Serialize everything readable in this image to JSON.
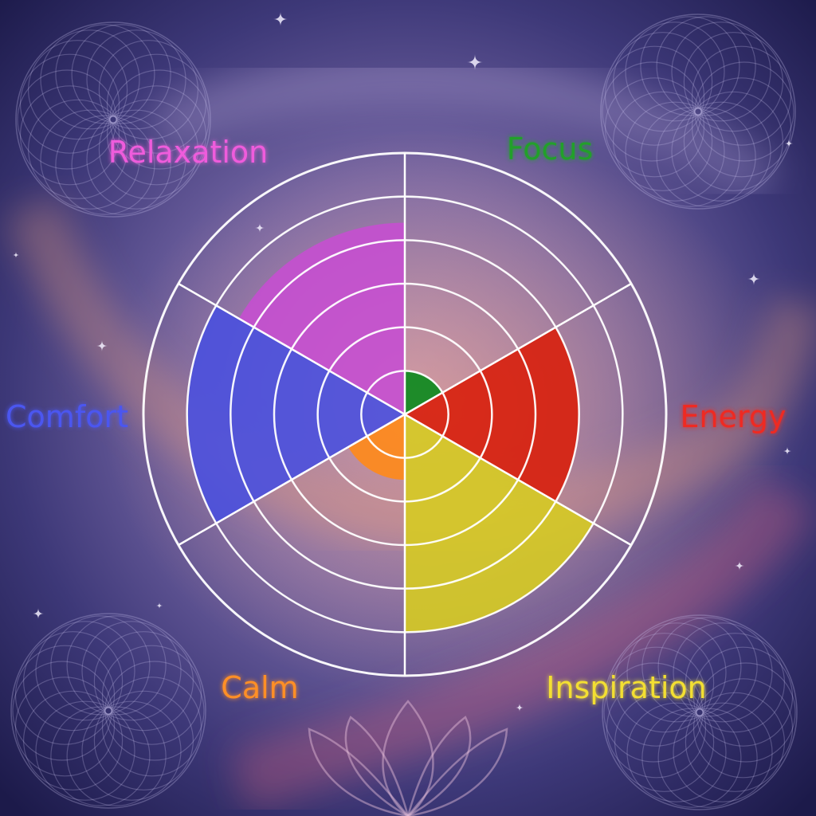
{
  "chart_data": {
    "type": "polar-area",
    "title": "",
    "categories": [
      "Focus",
      "Energy",
      "Inspiration",
      "Calm",
      "Comfort",
      "Relaxation"
    ],
    "values": [
      1,
      4,
      5,
      1.5,
      5,
      4.4
    ],
    "max": 6,
    "rings": [
      1,
      2,
      3,
      4,
      5,
      6
    ],
    "colors": [
      "#0a8a1c",
      "#d81f0c",
      "#d6cb22",
      "#ff8a18",
      "#4a50de",
      "#c54fd0"
    ],
    "label_colors": [
      "#22a02a",
      "#ee2a22",
      "#f3df33",
      "#ff8f26",
      "#4b57f0",
      "#ef5cdc"
    ],
    "grid": true,
    "legend": "none"
  }
}
